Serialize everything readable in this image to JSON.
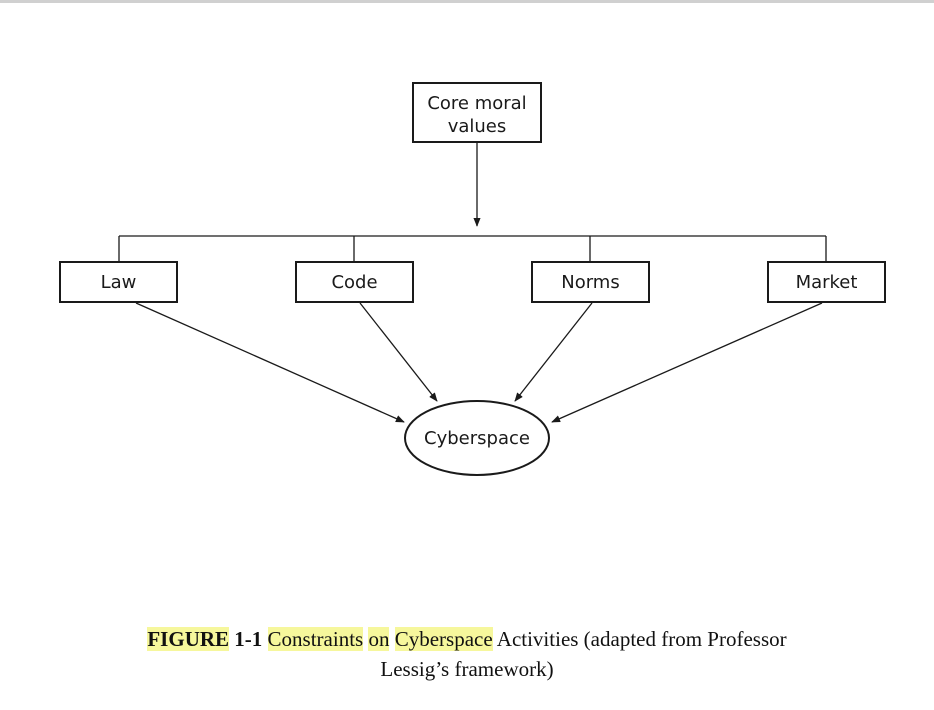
{
  "diagram": {
    "top_node": {
      "line1": "Core moral",
      "line2": "values"
    },
    "constraints": [
      {
        "label": "Law"
      },
      {
        "label": "Code"
      },
      {
        "label": "Norms"
      },
      {
        "label": "Market"
      }
    ],
    "target": {
      "label": "Cyberspace"
    }
  },
  "caption": {
    "figure_label": "FIGURE",
    "figure_number": "1-1",
    "word_constraints": "Constraints",
    "word_on": "on",
    "word_cyberspace": "Cyberspace",
    "rest_line1": "Activities (adapted from Professor",
    "line2": "Lessig’s framework)"
  },
  "colors": {
    "highlight": "#f6f79c",
    "stroke": "#1a1a1a"
  }
}
